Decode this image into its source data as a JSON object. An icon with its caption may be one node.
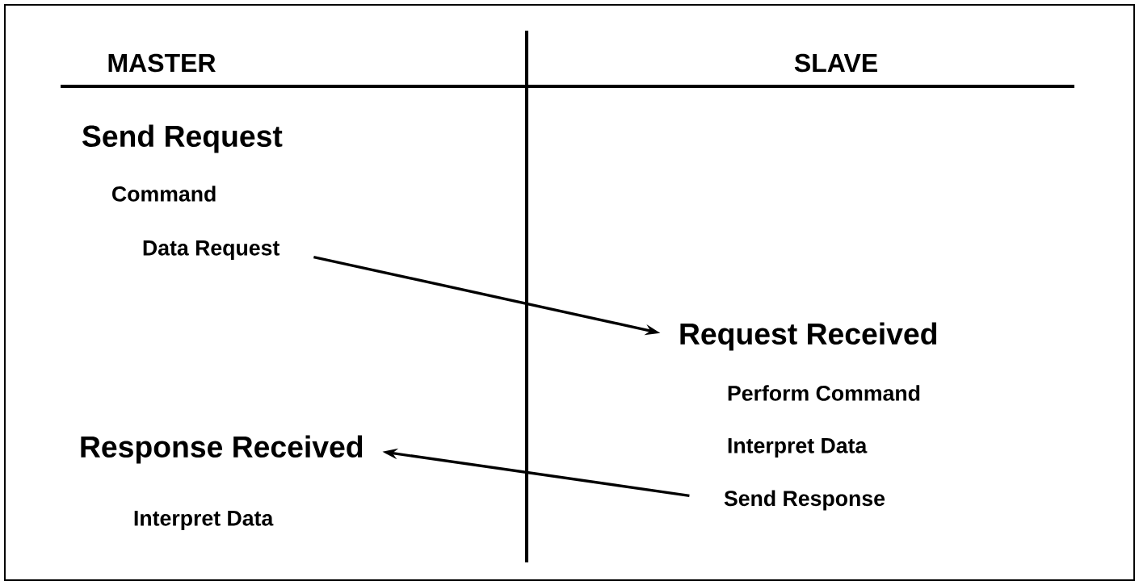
{
  "diagram": {
    "nodes": [
      {
        "text": [
          "Data Request"
        ]
      },
      {
        "text": [
          "Request Received"
        ]
      },
      {
        "text": [
          "Send Response"
        ]
      },
      {
        "text": [
          "Response Received"
        ]
      }
    ],
    "edges": [
      {
        "from": 0,
        "to": 1,
        "arrow": "to"
      },
      {
        "from": 2,
        "to": 3,
        "arrow": "to"
      }
    ],
    "labels": [
      "MASTER",
      "SLAVE",
      "Send Request",
      "Command",
      "Perform Command",
      "Interpret Data",
      "Interpret Data"
    ]
  }
}
